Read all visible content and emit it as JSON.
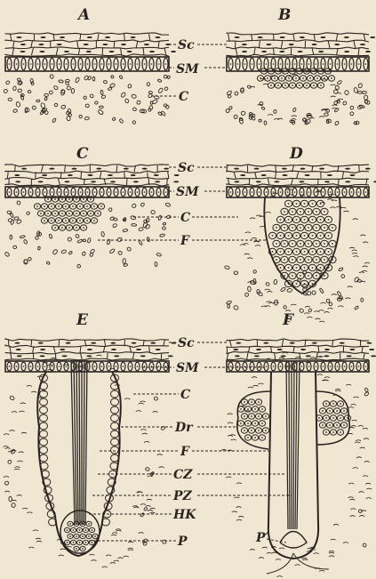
{
  "panels": [
    {
      "id": "A",
      "letter": "A",
      "labels": [
        "Sc",
        "SM",
        "C"
      ]
    },
    {
      "id": "B",
      "letter": "B"
    },
    {
      "id": "C",
      "letter": "C",
      "labels": [
        "Sc",
        "SM",
        "C",
        "F"
      ]
    },
    {
      "id": "D",
      "letter": "D"
    },
    {
      "id": "E",
      "letter": "E",
      "labels": [
        "Sc",
        "SM",
        "C",
        "Dr",
        "F",
        "CZ",
        "PZ",
        "HK",
        "P"
      ]
    },
    {
      "id": "F",
      "letter": "F",
      "labels": [
        "P′"
      ]
    }
  ],
  "colors": {
    "paper": "#efe7d2",
    "ink": "#2a2420"
  }
}
